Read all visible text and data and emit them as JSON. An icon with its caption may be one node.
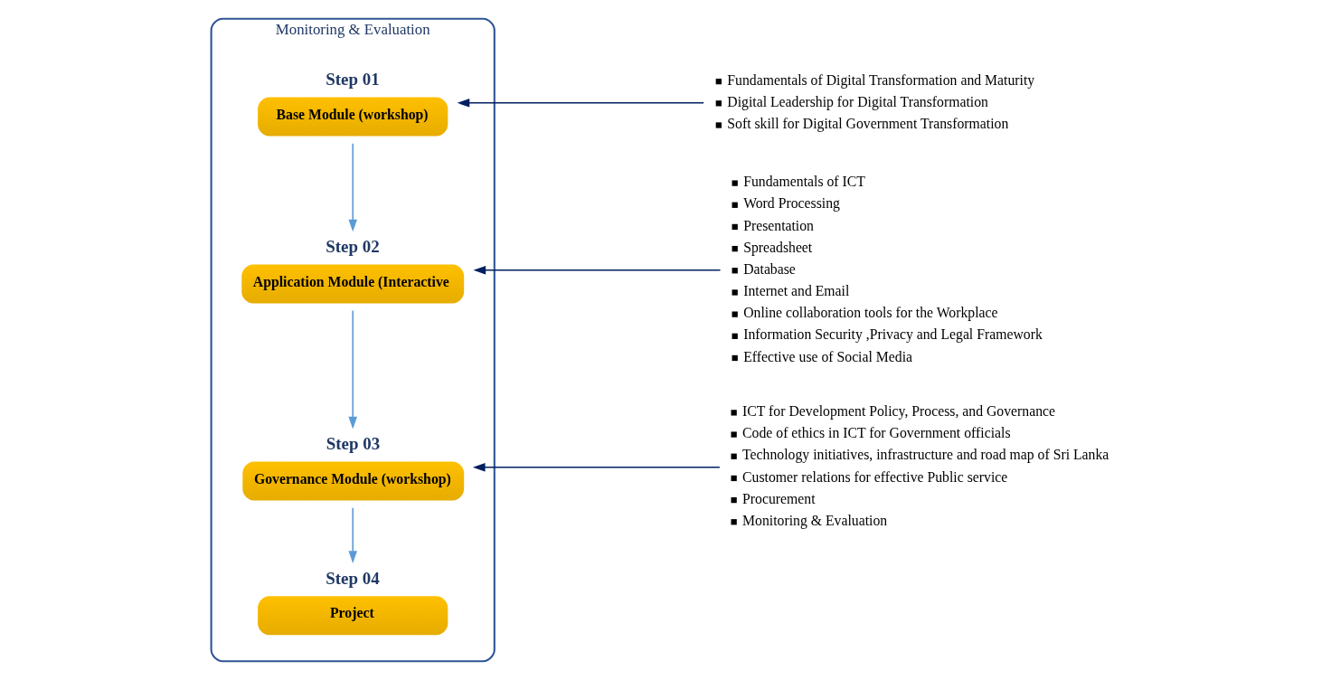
{
  "diagram": {
    "nodes": [
      {
        "text": [
          "Monitoring & Evaluation"
        ]
      },
      {
        "text": [
          "Step 01",
          "Base Module (workshop)"
        ],
        "in": 0
      },
      {
        "text": [
          "Fundamentals of Digital Transformation and Maturity",
          "Digital Leadership for Digital Transformation",
          "Soft skill for Digital Government Transformation"
        ]
      },
      {
        "text": [
          "Step 02",
          "Application Module (Interactive"
        ],
        "in": 0
      },
      {
        "text": [
          "Fundamentals of ICT",
          "Word Processing",
          "Presentation",
          "Spreadsheet",
          "Database",
          "Internet and Email",
          "Online collaboration tools for the Workplace",
          "Information Security ,Privacy and Legal Framework",
          "Effective use of Social Media"
        ]
      },
      {
        "text": [
          "Step 03",
          "Governance Module (workshop)"
        ],
        "in": 0
      },
      {
        "text": [
          "ICT for Development Policy, Process, and Governance",
          "Code of ethics in ICT for Government officials",
          "Technology initiatives, infrastructure and road map of Sri Lanka",
          "Customer relations for effective Public service",
          "Procurement",
          "Monitoring & Evaluation"
        ]
      },
      {
        "text": [
          "Step 04",
          "Project"
        ],
        "in": 0
      }
    ],
    "edges": [
      {
        "from": 1,
        "to": 3,
        "arrow": "to"
      },
      {
        "from": 3,
        "to": 5,
        "arrow": "to"
      },
      {
        "from": 5,
        "to": 7,
        "arrow": "to"
      },
      {
        "from": 2,
        "to": 1,
        "arrow": "to",
        "color": "#002060"
      },
      {
        "from": 4,
        "to": 3,
        "arrow": "to",
        "color": "#002060"
      },
      {
        "from": 6,
        "to": 5,
        "arrow": "to",
        "color": "#002060"
      }
    ]
  }
}
